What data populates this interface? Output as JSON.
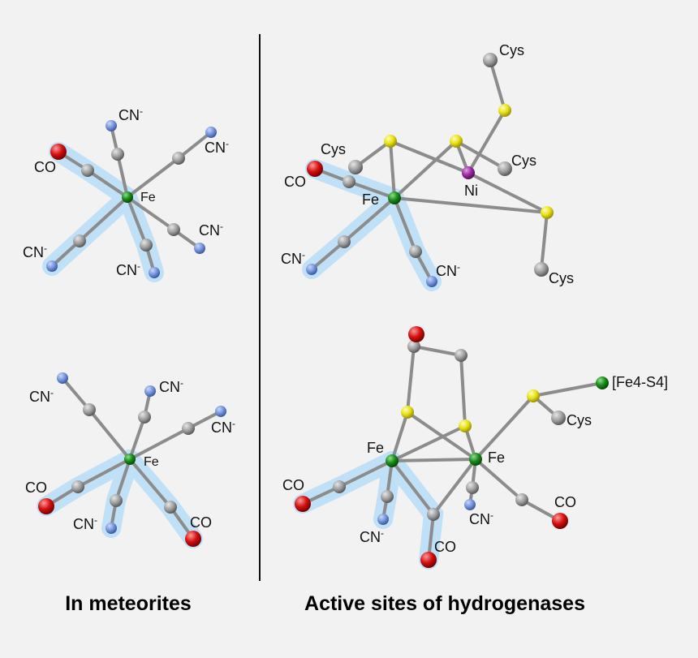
{
  "captions": {
    "left": "In meteorites",
    "right": "Active sites of hydrogenases"
  },
  "labels": {
    "fe": "Fe",
    "ni": "Ni",
    "co": "CO",
    "cn": "CN",
    "cn_charge": "-",
    "cys": "Cys",
    "cluster": "[Fe4-S4]"
  },
  "colors": {
    "background": "#f2f2f2",
    "highlight": "#bfe0f7",
    "bond": "#8c8c8c",
    "carbon": "#9a9a9a",
    "nitrogen": "#6f8fd6",
    "oxygen": "#d41010",
    "iron": "#1a8a1a",
    "sulfur": "#e8e01a",
    "nickel": "#9a2aa0"
  },
  "atom_types": [
    "carbon",
    "nitrogen",
    "oxygen",
    "iron",
    "sulfur",
    "nickel"
  ]
}
